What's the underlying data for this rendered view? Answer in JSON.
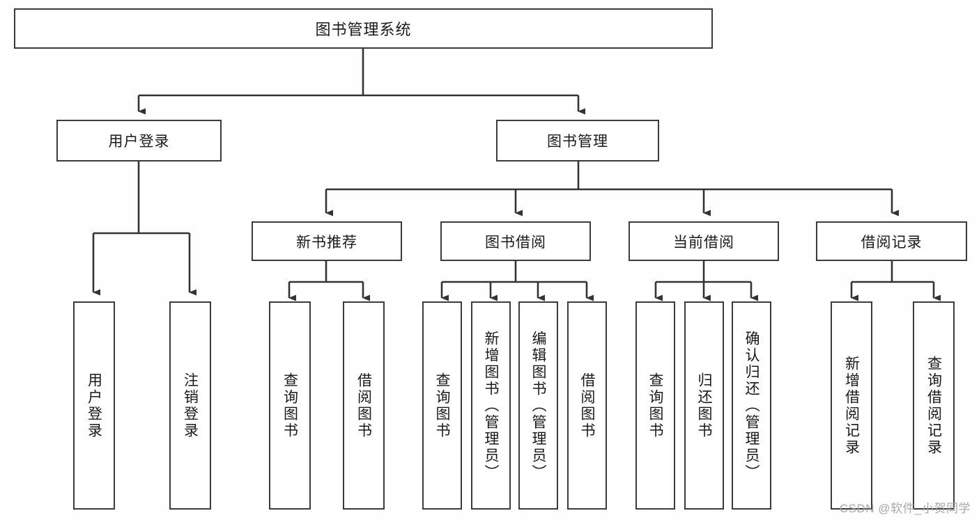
{
  "diagram": {
    "title": "图书管理系统",
    "watermark": "CSDN @软件_小贺同学",
    "accent_border_color": "#3b3b3b",
    "node_fill_color": "#ffffff",
    "canvas_background": "#fefefe",
    "edge_color": "#333333"
  },
  "nodes": {
    "root": {
      "label": "图书管理系统"
    },
    "level1": [
      {
        "id": "user-login",
        "label": "用户登录"
      },
      {
        "id": "book-manage",
        "label": "图书管理"
      }
    ],
    "level2": [
      {
        "id": "new-book-recommend",
        "label": "新书推荐"
      },
      {
        "id": "book-borrow",
        "label": "图书借阅"
      },
      {
        "id": "current-borrow",
        "label": "当前借阅"
      },
      {
        "id": "borrow-record",
        "label": "借阅记录"
      }
    ],
    "leaves": {
      "user_login": [
        {
          "id": "leaf-user-login",
          "label": "用户登录"
        },
        {
          "id": "leaf-logout-login",
          "label": "注销登录"
        }
      ],
      "new_book_recommend": [
        {
          "id": "leaf-query-book-1",
          "label": "查询图书"
        },
        {
          "id": "leaf-borrow-book-1",
          "label": "借阅图书"
        }
      ],
      "book_borrow": [
        {
          "id": "leaf-query-book-2",
          "label": "查询图书"
        },
        {
          "id": "leaf-add-book",
          "label": "新增图书（管理员）"
        },
        {
          "id": "leaf-edit-book",
          "label": "编辑图书（管理员）"
        },
        {
          "id": "leaf-borrow-book-2",
          "label": "借阅图书"
        }
      ],
      "current_borrow": [
        {
          "id": "leaf-query-book-3",
          "label": "查询图书"
        },
        {
          "id": "leaf-return-book",
          "label": "归还图书"
        },
        {
          "id": "leaf-confirm-return",
          "label": "确认归还（管理员）"
        }
      ],
      "borrow_record": [
        {
          "id": "leaf-add-record",
          "label": "新增借阅记录"
        },
        {
          "id": "leaf-query-record",
          "label": "查询借阅记录"
        }
      ]
    }
  }
}
